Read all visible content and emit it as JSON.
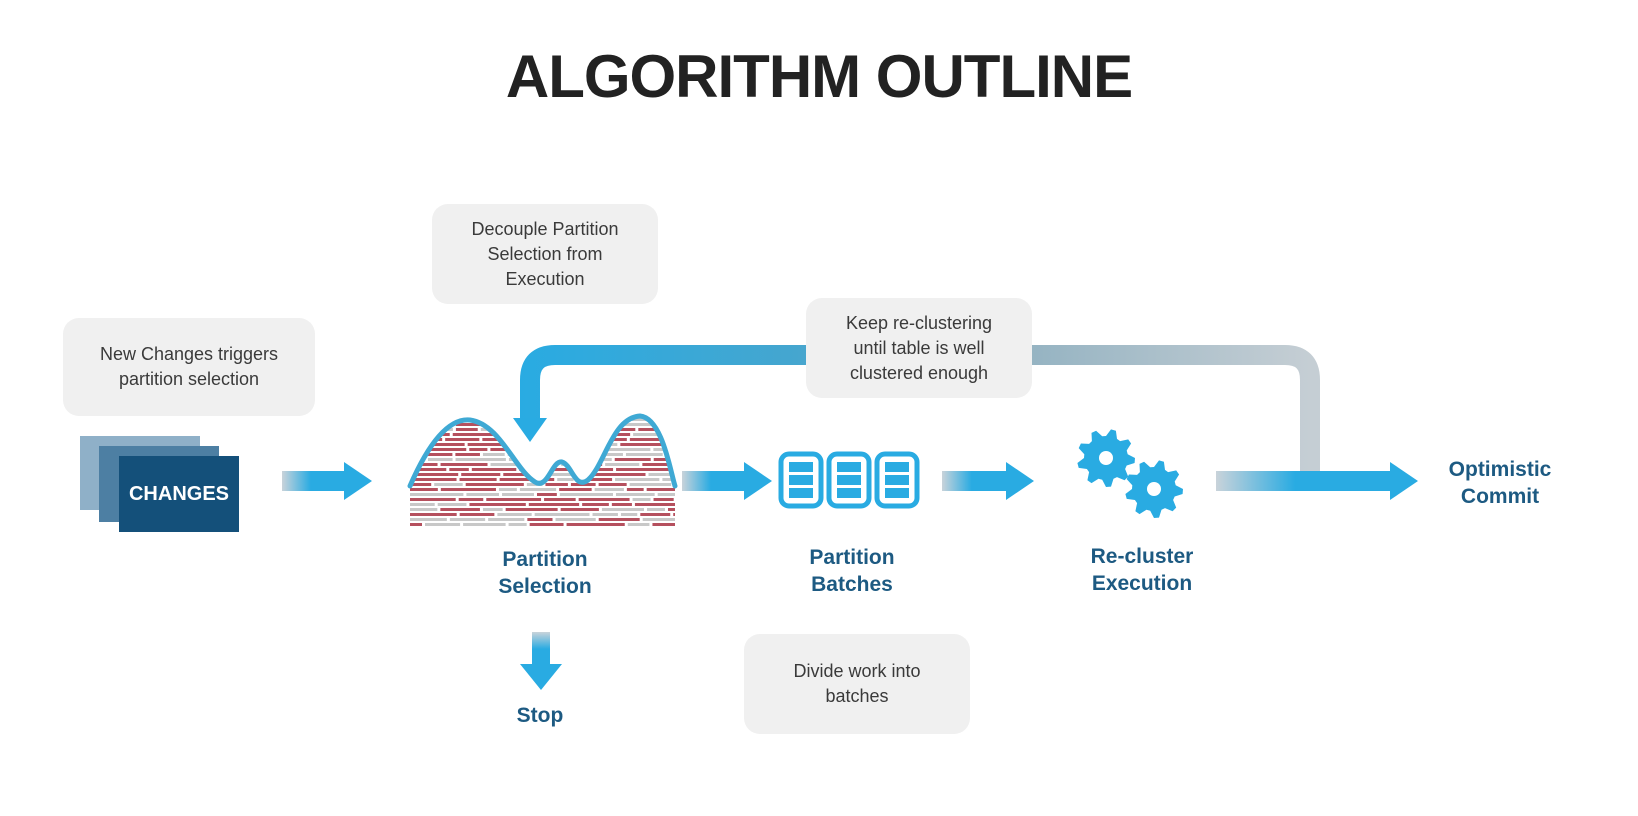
{
  "title": "ALGORITHM OUTLINE",
  "notes": {
    "new_changes": "New Changes triggers\npartition selection",
    "decouple": "Decouple Partition\nSelection from\nExecution",
    "keep_reclustering": "Keep re-clustering\nuntil table is well\nclustered enough",
    "divide_work": "Divide work into\nbatches"
  },
  "changes_box_label": "CHANGES",
  "steps": {
    "partition_selection": "Partition\nSelection",
    "partition_batches": "Partition\nBatches",
    "recluster_execution": "Re-cluster\nExecution",
    "optimistic_commit": "Optimistic\nCommit",
    "stop": "Stop"
  },
  "icons": {
    "changes": "stacked-documents-icon",
    "selection": "mountain-chart-icon",
    "batches": "database-batches-icon",
    "execution": "gears-icon"
  },
  "colors": {
    "accent": "#29abe2",
    "label": "#1d5a82",
    "note_bg": "#f0f0f0",
    "gray_loop": "#b8c4cc",
    "changes_dark": "#14507a",
    "changes_mid": "#4d7fa3",
    "changes_light": "#8fb0c8",
    "bar_red": "#b5505e",
    "bar_gray": "#c8c8c8"
  }
}
